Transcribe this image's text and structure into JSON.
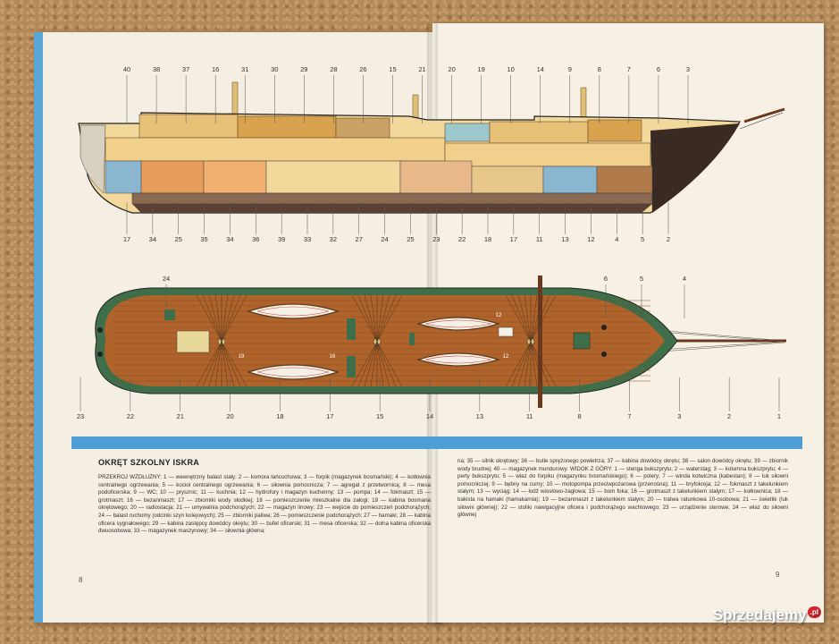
{
  "left_page": {
    "heading": "OKRĘT SZKOLNY ISKRA",
    "text": "PRZEKRÓJ WZDŁUŻNY: 1 — wewnętrzny balast stały; 2 — komora łańcuchowa; 3 — forpik (magazynek bosmański); 4 — kotłownia centralnego ogrzewania; 5 — kocioł centralnego ogrzewania; 6 — siłownia pomocnicza; 7 — agregat z przetwornicą; 8 — mesa podoficerska; 9 — WC; 10 — prysznic; 11 — kuchnia; 12 — hydrofory i magazyn kuchenny; 13 — pompa; 14 — fokmaszt; 15 — grotmaszt; 16 — bezanmaszt; 17 — zbiorniki wody słodkiej; 18 — pomieszczenie mieszkalne dla załogi; 19 — kabina bosmana okrętowego; 20 — radiostacja; 21 — umywalnia podchorążych; 22 — magazyn linowy; 23 — wejście do pomieszczeń podchorążych; 24 — balast ruchomy (odcinki szyn kolejowych); 25 — zbiorniki paliwa; 26 — pomieszczenie podchorążych; 27 — hamaki; 28 — kabina oficera sygnałowego; 29 — kabina zastępcy dowódcy okrętu; 30 — bufet oficerski; 31 — mesa oficerska; 32 — dolna kabina oficerska dwuosobowa; 33 — magazynek maszynowy; 34 — siłownia główna;",
    "page_number": "8"
  },
  "right_page": {
    "text": "na; 35 — silnik okrętowy; 36 — butle sprężonego powietrza; 37 — kabina dowódcy okrętu; 38 — salon dowódcy okrętu; 39 — zbiornik wody brudnej; 40 — magazynek mundurowy. WIDOK Z GÓRY: 1 — stenga bukszprytu; 2 — waterstag; 3 — kolumna bukszprytu; 4 — perty bukszprytu; 5 — wlaz do forpiku (magazynku bosmańskiego); 6 — polery; 7 — winda kotwiczna (kabestan); 8 — luk siłowni pomocniczej; 9 — bębny na cumy; 10 — motopompa przeciwpożarowa (przenośna); 11 — bryfokreja; 12 — fokmaszt z takelunkiem stałym; 13 — wyciąg; 14 — łodź wiosłowo-żaglowa; 15 — bom foka; 16 — grotmaszt z takelunkiem stałym; 17 — kołkownica; 18 — bakista na hamaki (hamakarnia); 19 — bezanmaszt z takelunkiem stałym; 20 — tratwa ratunkowa 10-osobowa; 21 — świetlik (luk siłowni głównej); 22 — stoliki nawigacyjne oficera i podchorążego wachtowego; 23 — urządzenie sterowe; 24 — wlaz do siłowni głównej",
    "page_number": "9"
  },
  "section_labels_top": [
    "40",
    "38",
    "37",
    "16",
    "31",
    "30",
    "29",
    "28",
    "26",
    "15",
    "21",
    "20",
    "19",
    "10",
    "14",
    "9",
    "8",
    "7",
    "6",
    "3"
  ],
  "section_labels_bottom": [
    "17",
    "34",
    "25",
    "35",
    "34",
    "36",
    "39",
    "33",
    "32",
    "27",
    "24",
    "25",
    "23",
    "22",
    "18",
    "17",
    "11",
    "13",
    "12",
    "4",
    "5",
    "2"
  ],
  "plan_labels_top": [
    "24",
    "6",
    "5",
    "4"
  ],
  "plan_labels_bottom": [
    "23",
    "22",
    "21",
    "20",
    "18",
    "17",
    "15",
    "14",
    "13",
    "11",
    "8",
    "7",
    "3",
    "2",
    "1"
  ],
  "plan_labels_inner": [
    "19",
    "16",
    "12",
    "12"
  ],
  "watermark": {
    "brand": "Sprzedajemy",
    "tld": ".pl"
  },
  "colors": {
    "accent_blue": "#4d9ed6",
    "deck_wood": "#b0642c",
    "hull_dark": "#3a2a24",
    "hull_green": "#4b7a52",
    "cabin_yellow": "#e8c178",
    "watermark_red": "#d5232b"
  }
}
